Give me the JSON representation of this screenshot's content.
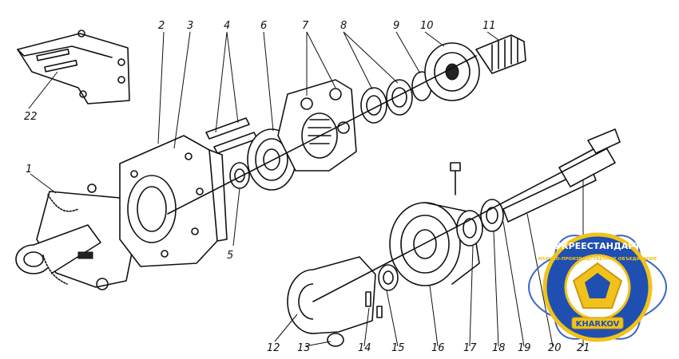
{
  "diagram": {
    "labels": [
      {
        "id": "1",
        "text": "1"
      },
      {
        "id": "2",
        "text": "2"
      },
      {
        "id": "3",
        "text": "3"
      },
      {
        "id": "4",
        "text": "4"
      },
      {
        "id": "5",
        "text": "5"
      },
      {
        "id": "6",
        "text": "6"
      },
      {
        "id": "7",
        "text": "7"
      },
      {
        "id": "8",
        "text": "8"
      },
      {
        "id": "9",
        "text": "9"
      },
      {
        "id": "10",
        "text": "10"
      },
      {
        "id": "11",
        "text": "11"
      },
      {
        "id": "12",
        "text": "12"
      },
      {
        "id": "13",
        "text": "13"
      },
      {
        "id": "14",
        "text": "14"
      },
      {
        "id": "15",
        "text": "15"
      },
      {
        "id": "16",
        "text": "16"
      },
      {
        "id": "17",
        "text": "17"
      },
      {
        "id": "18",
        "text": "18"
      },
      {
        "id": "19",
        "text": "19"
      },
      {
        "id": "20",
        "text": "20"
      },
      {
        "id": "21",
        "text": "21"
      },
      {
        "id": "22",
        "text": "22"
      }
    ]
  },
  "watermark": {
    "arc_text": "УКРЕЕСТАНДАРТ",
    "ring_text": "НАУЧНО-ПРОИЗВОДСТВЕННОЕ ОБЪЕДИНЕНИЕ",
    "city": "KHARKOV",
    "colors": {
      "blue": "#1f4fb0",
      "yellow": "#f2c21a",
      "ring": "#3a66c8",
      "gold": "#c99a12"
    }
  }
}
